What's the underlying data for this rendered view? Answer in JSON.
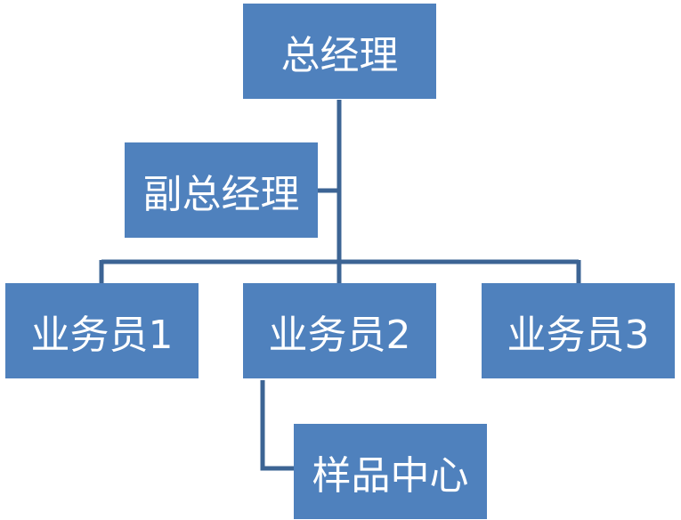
{
  "diagram": {
    "colors": {
      "box_fill": "#4F81BD",
      "connector": "#3C6494",
      "text": "#FFFFFF"
    },
    "nodes": {
      "general_manager": "总经理",
      "deputy_general_manager": "副总经理",
      "salesperson_1": "业务员1",
      "salesperson_2": "业务员2",
      "salesperson_3": "业务员3",
      "sample_center": "样品中心"
    }
  }
}
